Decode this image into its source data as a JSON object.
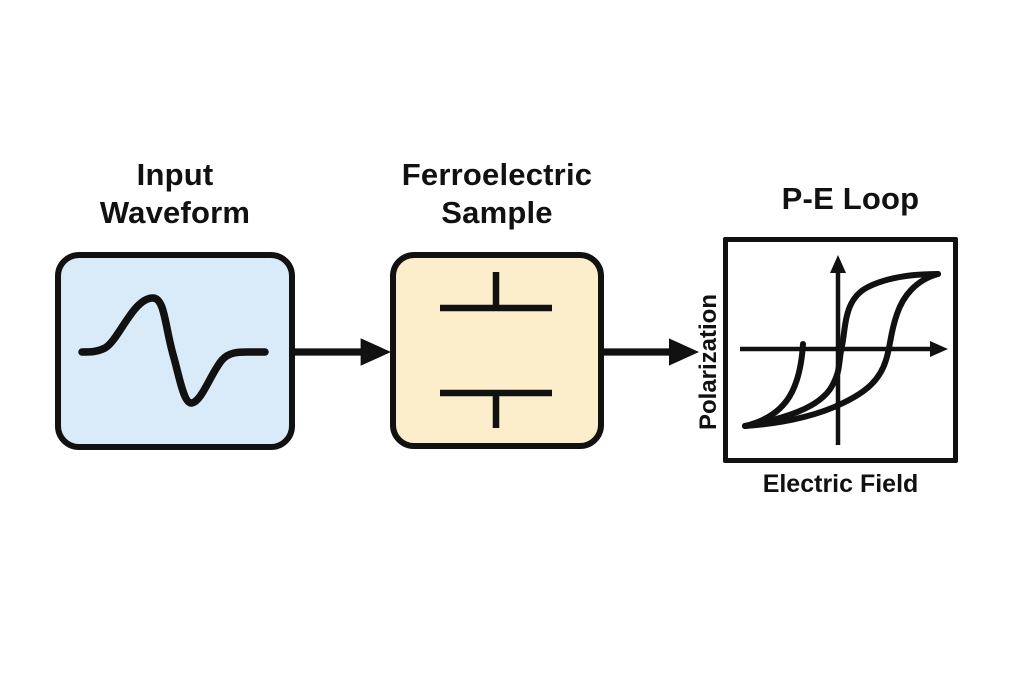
{
  "diagram": {
    "nodes": {
      "input": {
        "label_line1": "Input",
        "label_line2": "Waveform",
        "fill": "#d9eaf8",
        "icon": "sine-pulse-waveform"
      },
      "sample": {
        "label_line1": "Ferroelectric",
        "label_line2": "Sample",
        "fill": "#fceecb",
        "icon": "capacitor-symbol"
      },
      "pe_loop": {
        "label": "P-E Loop",
        "ylabel": "Polarization",
        "xlabel": "Electric Field",
        "icon": "hysteresis-loop"
      }
    },
    "connections": [
      {
        "from": "input",
        "to": "sample",
        "style": "solid-black-arrow-right"
      },
      {
        "from": "sample",
        "to": "pe_loop",
        "style": "solid-black-arrow-right"
      }
    ]
  },
  "colors": {
    "background": "#ffffff",
    "stroke": "#111111",
    "input_box_fill": "#d9eaf8",
    "sample_box_fill": "#fceecb",
    "pe_box_fill": "#ffffff"
  }
}
